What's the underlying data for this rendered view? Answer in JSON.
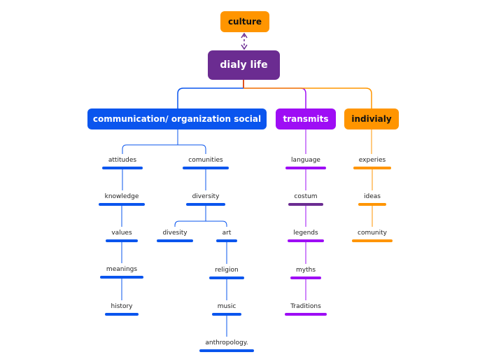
{
  "root": {
    "label": "dialy life",
    "color": "#6b2c91"
  },
  "top": {
    "label": "culture",
    "color": "#ff9500"
  },
  "branches": [
    {
      "key": "communication",
      "label": "communication/ organization social",
      "color": "#0a55ee"
    },
    {
      "key": "transmits",
      "label": "transmits",
      "color": "#9e0df5"
    },
    {
      "key": "individual",
      "label": "indivialy",
      "color": "#ff9500"
    }
  ],
  "communication": {
    "attitudes_column": [
      "attitudes",
      "knowledge",
      "values",
      "meanings",
      "history"
    ],
    "comunities_column": [
      "comunities",
      "diversity"
    ],
    "diversity_children": [
      "divesity",
      "art"
    ],
    "art_children": [
      "religion",
      "music",
      "anthropology."
    ]
  },
  "transmits": [
    "language",
    "costum",
    "legends",
    "myths",
    "Traditions"
  ],
  "individual": [
    "experies",
    "ideas",
    "comunity"
  ],
  "colors": {
    "blue": "#0a55ee",
    "purple": "#9e0df5",
    "dark_purple": "#6b2c91",
    "orange": "#ff9500",
    "connector_red": "#e0501e"
  }
}
